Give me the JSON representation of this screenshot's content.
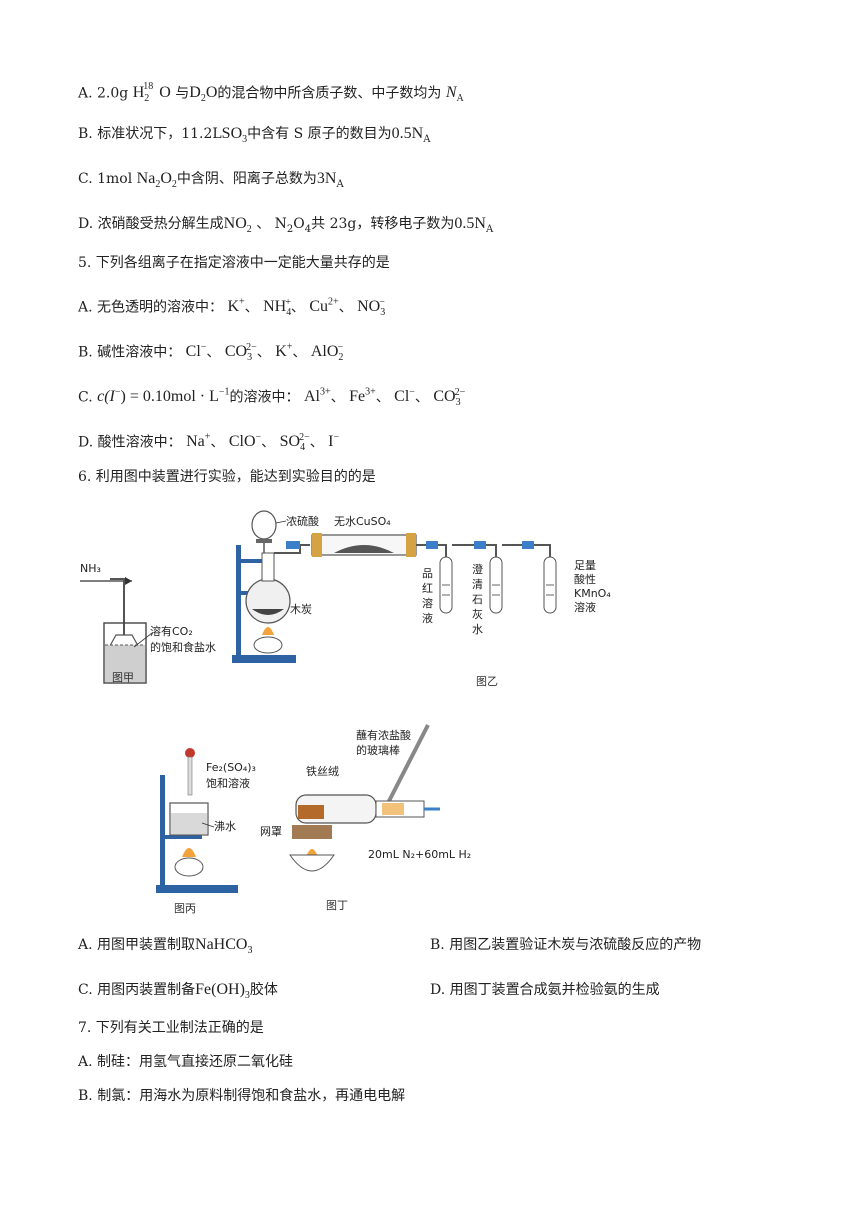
{
  "q4": {
    "a": {
      "prefix": "A. 2.0g ",
      "f1": "H",
      "f1sub": "2",
      "f1sup": "18",
      "f1tail": "O",
      "mid": "与",
      "f2": "D",
      "f2sub": "2",
      "f2tail": "O",
      "rest": "的混合物中所含质子数、中子数均为",
      "na": "N",
      "nasub": "A"
    },
    "b": {
      "prefix": "B. 标准状况下，11.2L",
      "f": "SO",
      "fsub": "3",
      "rest": "中含有 S 原子的数目为",
      "val": "0.5N",
      "nasub": "A"
    },
    "c": {
      "prefix": "C. 1mol ",
      "f": "Na",
      "fsub1": "2",
      "f2": "O",
      "fsub2": "2",
      "rest": "中含阴、阳离子总数为",
      "val": "3N",
      "nasub": "A"
    },
    "d": {
      "prefix": "D. 浓硝酸受热分解生成",
      "f": "NO",
      "fsub": "2",
      "sep": "、",
      "f2": "N",
      "f2sub1": "2",
      "f2b": "O",
      "f2sub2": "4",
      "rest": "共 23g，转移电子数为",
      "val": "0.5N",
      "nasub": "A"
    }
  },
  "q5": {
    "stem": "5. 下列各组离子在指定溶液中一定能大量共存的是",
    "a": {
      "prefix": "A. 无色透明的溶液中：",
      "ions": [
        "K",
        "NH",
        "Cu",
        "NO"
      ],
      "charges": [
        "+",
        "+",
        "2+",
        "−"
      ],
      "subs": [
        "",
        "4",
        "",
        "3"
      ]
    },
    "b": {
      "prefix": "B. 碱性溶液中：",
      "ions": [
        "Cl",
        "CO",
        "K",
        "AlO"
      ],
      "charges": [
        "−",
        "2−",
        "+",
        "−"
      ],
      "subs": [
        "",
        "3",
        "",
        "2"
      ]
    },
    "c": {
      "prefix": "C. ",
      "cond": "c(I",
      "condcharge": "−",
      "condtail": ") = 0.10mol · L",
      "condexp": "−1",
      "mid": "的溶液中：",
      "ions": [
        "Al",
        "Fe",
        "Cl",
        "CO"
      ],
      "charges": [
        "3+",
        "3+",
        "−",
        "2−"
      ],
      "subs": [
        "",
        "",
        "",
        "3"
      ]
    },
    "d": {
      "prefix": "D. 酸性溶液中：",
      "ions": [
        "Na",
        "ClO",
        "SO",
        "I"
      ],
      "charges": [
        "+",
        "−",
        "2−",
        "−"
      ],
      "subs": [
        "",
        "",
        "4",
        ""
      ]
    }
  },
  "q6": {
    "stem": "6. 利用图中装置进行实验，能达到实验目的的是",
    "fig_jia": {
      "gas": "NH₃",
      "liquid1": "溶有CO₂",
      "liquid2": "的饱和食盐水",
      "label": "图甲"
    },
    "fig_yi": {
      "acid": "浓硫酸",
      "tube": "无水CuSO₄",
      "solid": "木炭",
      "t1": [
        "品",
        "红",
        "溶",
        "液"
      ],
      "t2": [
        "澄",
        "清",
        "石",
        "灰",
        "水"
      ],
      "t3": [
        "足量",
        "酸性",
        "KMnO₄",
        "溶液"
      ],
      "label": "图乙"
    },
    "fig_bing": {
      "reagent1": "Fe₂(SO₄)₃",
      "reagent2": "饱和溶液",
      "water": "沸水",
      "label": "图丙"
    },
    "fig_ding": {
      "rod1": "蘸有浓盐酸",
      "rod2": "的玻璃棒",
      "wool": "铁丝绒",
      "net": "网罩",
      "gas": "20mL N₂+60mL H₂",
      "label": "图丁"
    },
    "a": {
      "prefix": "A. 用图甲装置制取",
      "f": "NaHCO",
      "fsub": "3"
    },
    "b": {
      "text": "B. 用图乙装置验证木炭与浓硫酸反应的产物"
    },
    "c": {
      "prefix": "C. 用图丙装置制备",
      "f": "Fe(OH)",
      "fsub": "3",
      "rest": "胶体"
    },
    "d": {
      "text": "D. 用图丁装置合成氨并检验氨的生成"
    }
  },
  "q7": {
    "stem": "7. 下列有关工业制法正确的是",
    "a": "A. 制硅：用氢气直接还原二氧化硅",
    "b": "B. 制氯：用海水为原料制得饱和食盐水，再通电电解"
  }
}
